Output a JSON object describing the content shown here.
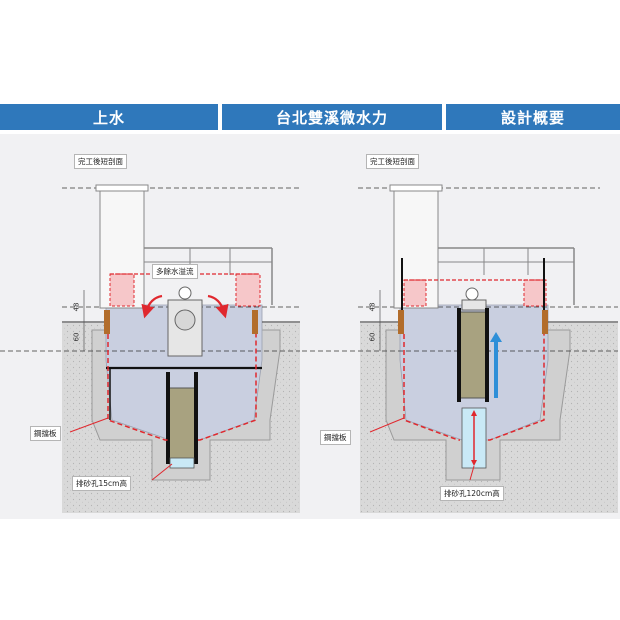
{
  "banners": [
    "上水",
    "台北雙溪微水力",
    "設計概要"
  ],
  "left": {
    "section_label": "完工後短剖面",
    "overflow_label": "多餘水溢流",
    "plate_label": "鋼擋板",
    "hole_label": "排砂孔15cm高",
    "dim_48": "48",
    "dim_60": "60"
  },
  "right": {
    "section_label": "完工後短剖面",
    "plate_label": "鋼擋板",
    "hole_label": "排砂孔120cm高",
    "dim_48": "48",
    "dim_60": "60"
  },
  "colors": {
    "banner": "#2f78bb",
    "red": "#e0282e",
    "blue_arrow": "#2e8fd8",
    "gate": "#a8a280"
  }
}
